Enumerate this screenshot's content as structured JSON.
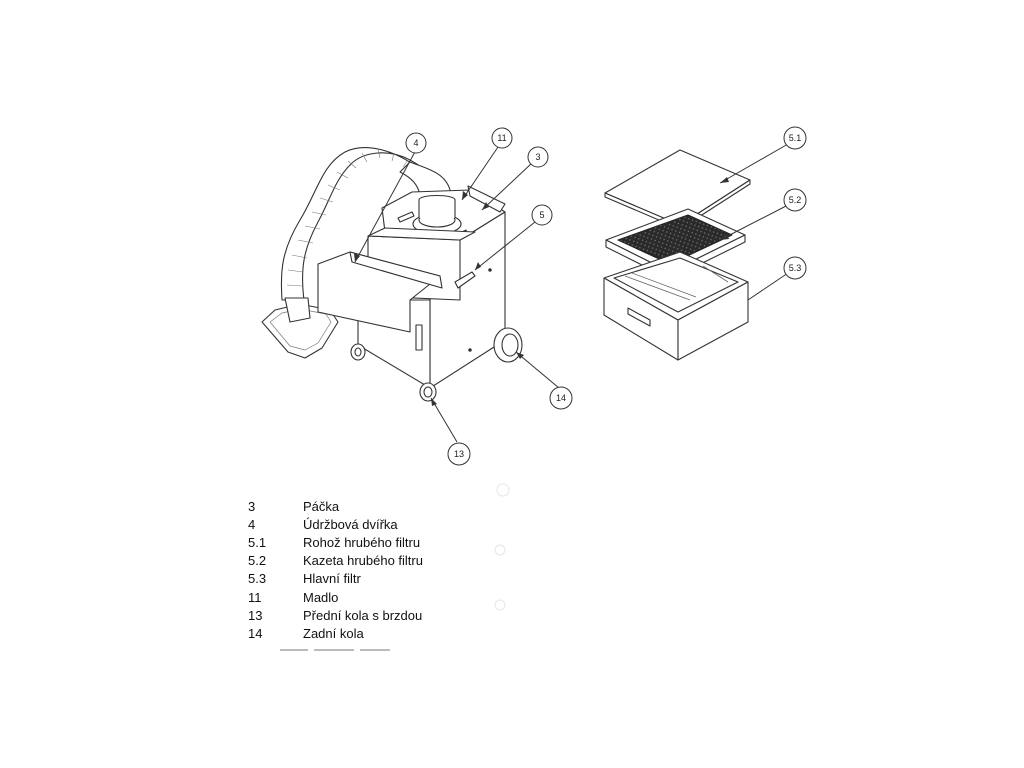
{
  "colors": {
    "line": "#333333",
    "mesh": "#222222",
    "background": "#ffffff"
  },
  "callouts": {
    "c4": "4",
    "c11": "11",
    "c3": "3",
    "c5": "5",
    "c14": "14",
    "c13": "13",
    "c51": "5.1",
    "c52": "5.2",
    "c53": "5.3"
  },
  "legend": [
    {
      "num": "3",
      "label": "Páčka"
    },
    {
      "num": "4",
      "label": "Údržbová dvířka"
    },
    {
      "num": "5.1",
      "label": "Rohož hrubého filtru"
    },
    {
      "num": "5.2",
      "label": "Kazeta hrubého filtru"
    },
    {
      "num": "5.3",
      "label": "Hlavní filtr"
    },
    {
      "num": "11",
      "label": "Madlo"
    },
    {
      "num": "13",
      "label": "Přední kola s brzdou"
    },
    {
      "num": "14",
      "label": "Zadní kola"
    }
  ]
}
